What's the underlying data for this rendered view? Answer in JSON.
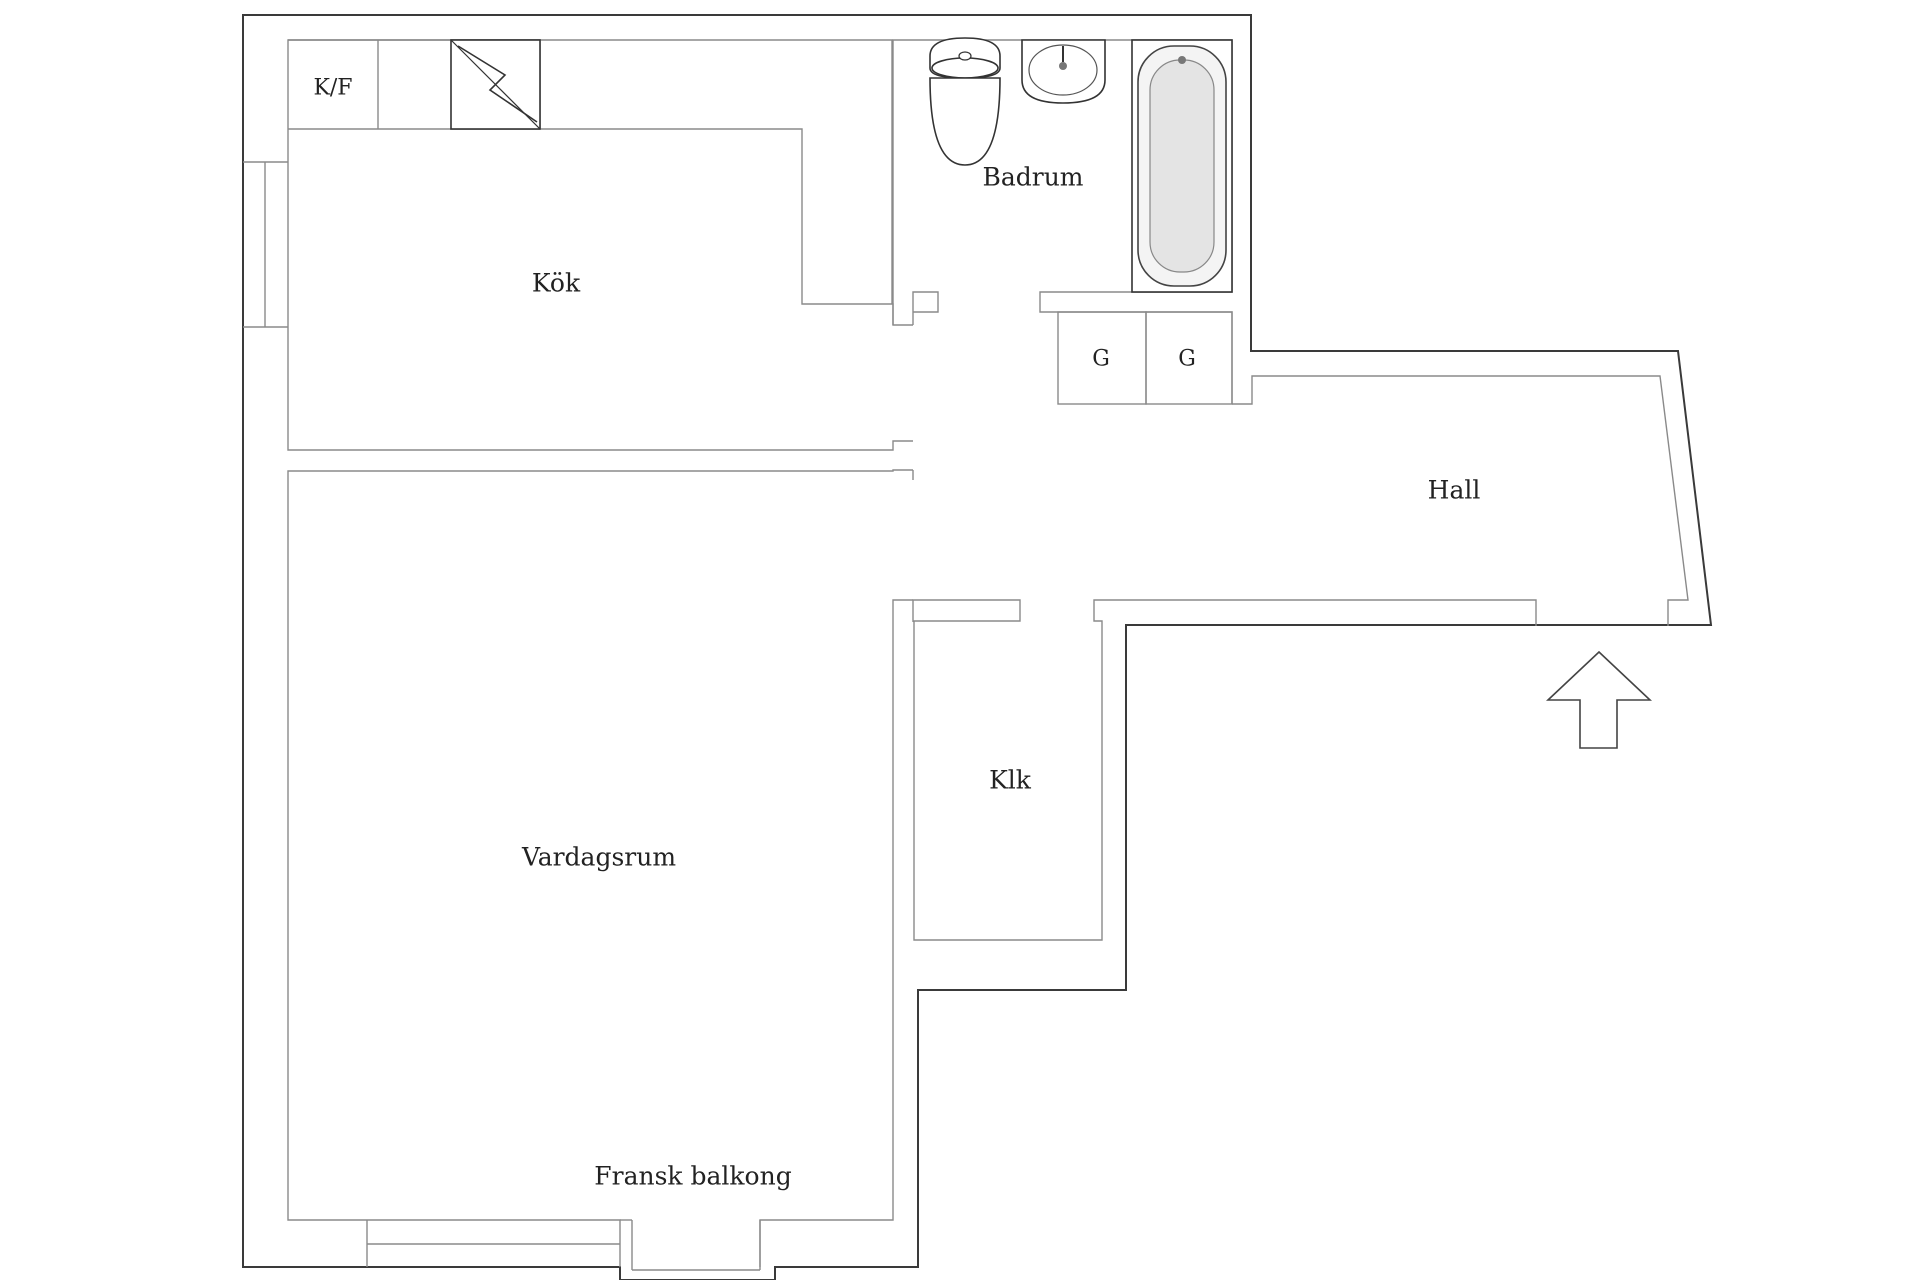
{
  "rooms": {
    "kitchen": "Kök",
    "bathroom": "Badrum",
    "hall": "Hall",
    "closet": "Klk",
    "living_room": "Vardagsrum",
    "balcony": "Fransk balkong"
  },
  "fixtures": {
    "fridge_freezer": "K/F",
    "wardrobe_1": "G",
    "wardrobe_2": "G"
  },
  "icons": {
    "entrance": "entrance-arrow-icon",
    "stove": "stove-icon",
    "toilet": "toilet-icon",
    "sink": "sink-icon",
    "bathtub": "bathtub-icon"
  }
}
